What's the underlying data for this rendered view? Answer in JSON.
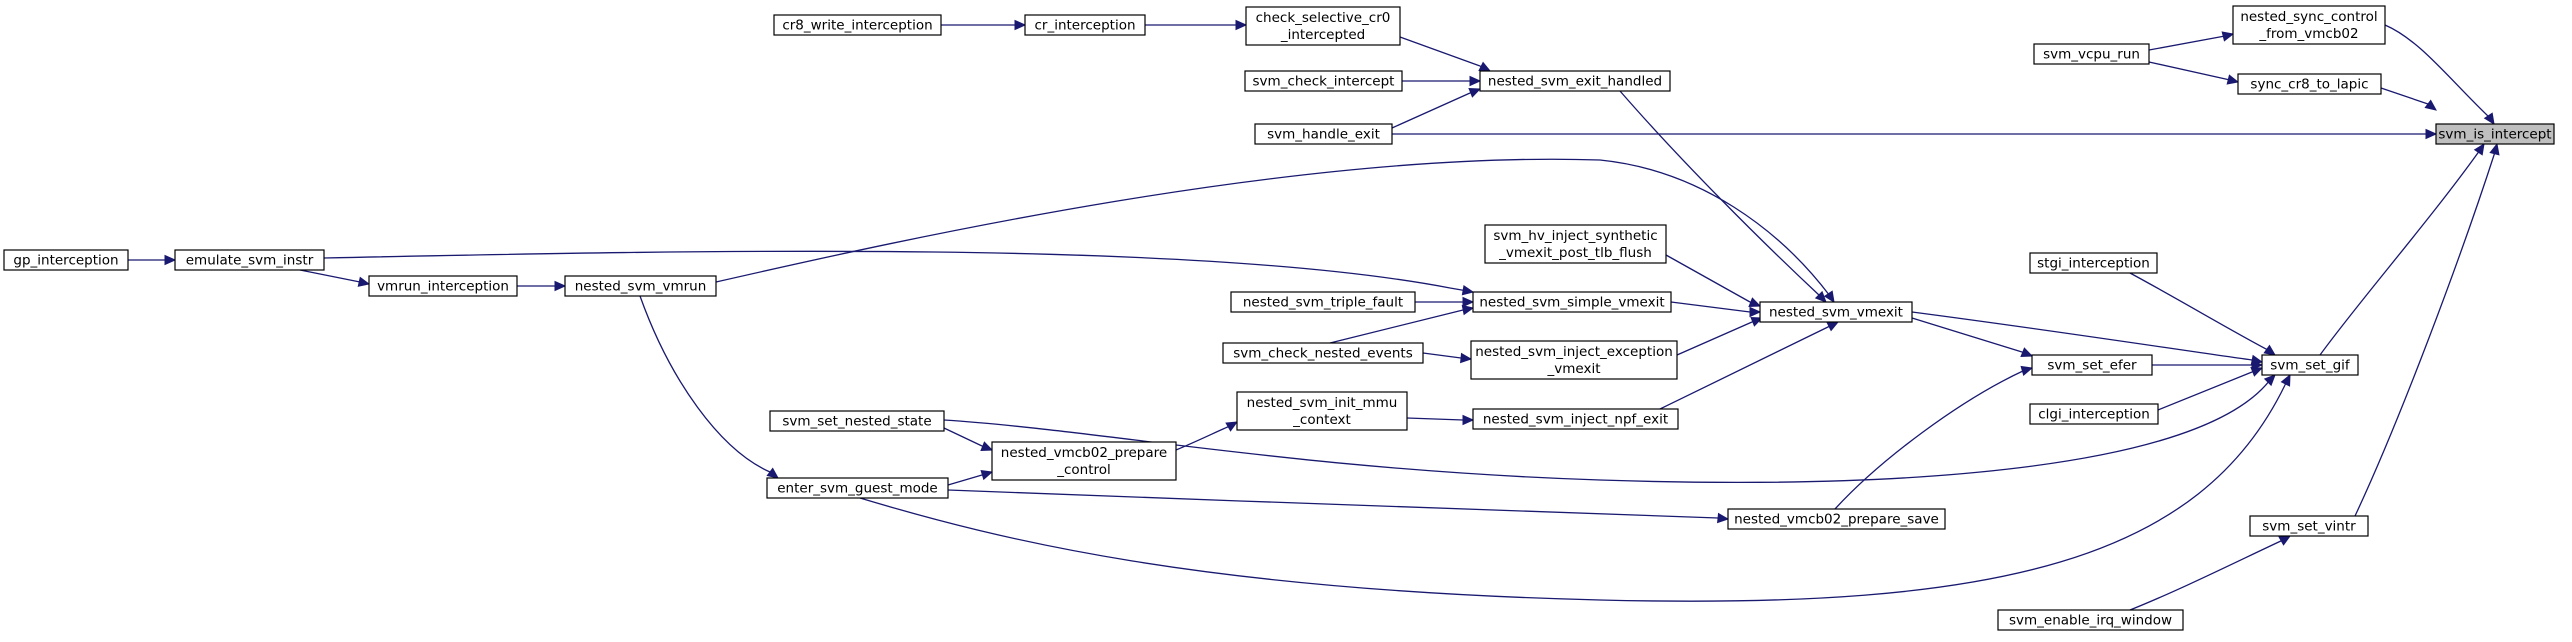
{
  "colors": {
    "edge": "#191970",
    "node_fill": "#ffffff",
    "root_fill": "#bfbfbf",
    "border": "#000000"
  },
  "nodes": {
    "svm_is_intercept": [
      "svm_is_intercept"
    ],
    "nested_sync_control": [
      "nested_sync_control",
      "_from_vmcb02"
    ],
    "sync_cr8_to_lapic": [
      "sync_cr8_to_lapic"
    ],
    "svm_vcpu_run": [
      "svm_vcpu_run"
    ],
    "svm_set_gif": [
      "svm_set_gif"
    ],
    "svm_set_vintr": [
      "svm_set_vintr"
    ],
    "svm_enable_irq_window": [
      "svm_enable_irq_window"
    ],
    "stgi_interception": [
      "stgi_interception"
    ],
    "svm_set_efer": [
      "svm_set_efer"
    ],
    "clgi_interception": [
      "clgi_interception"
    ],
    "nested_svm_vmexit": [
      "nested_svm_vmexit"
    ],
    "nested_vmcb02_prepare_save": [
      "nested_vmcb02_prepare_save"
    ],
    "nested_svm_exit_handled": [
      "nested_svm_exit_handled"
    ],
    "check_selective_cr0": [
      "check_selective_cr0",
      "_intercepted"
    ],
    "cr_interception": [
      "cr_interception"
    ],
    "cr8_write_interception": [
      "cr8_write_interception"
    ],
    "svm_check_intercept": [
      "svm_check_intercept"
    ],
    "svm_handle_exit": [
      "svm_handle_exit"
    ],
    "svm_hv_inject": [
      "svm_hv_inject_synthetic",
      "_vmexit_post_tlb_flush"
    ],
    "nested_svm_simple_vmexit": [
      "nested_svm_simple_vmexit"
    ],
    "nested_svm_inject_exception": [
      "nested_svm_inject_exception",
      "_vmexit"
    ],
    "nested_svm_inject_npf_exit": [
      "nested_svm_inject_npf_exit"
    ],
    "nested_svm_triple_fault": [
      "nested_svm_triple_fault"
    ],
    "svm_check_nested_events": [
      "svm_check_nested_events"
    ],
    "nested_svm_init_mmu": [
      "nested_svm_init_mmu",
      "_context"
    ],
    "nested_vmcb02_prepare_control": [
      "nested_vmcb02_prepare",
      "_control"
    ],
    "svm_set_nested_state": [
      "svm_set_nested_state"
    ],
    "enter_svm_guest_mode": [
      "enter_svm_guest_mode"
    ],
    "nested_svm_vmrun": [
      "nested_svm_vmrun"
    ],
    "vmrun_interception": [
      "vmrun_interception"
    ],
    "emulate_svm_instr": [
      "emulate_svm_instr"
    ],
    "gp_interception": [
      "gp_interception"
    ]
  }
}
